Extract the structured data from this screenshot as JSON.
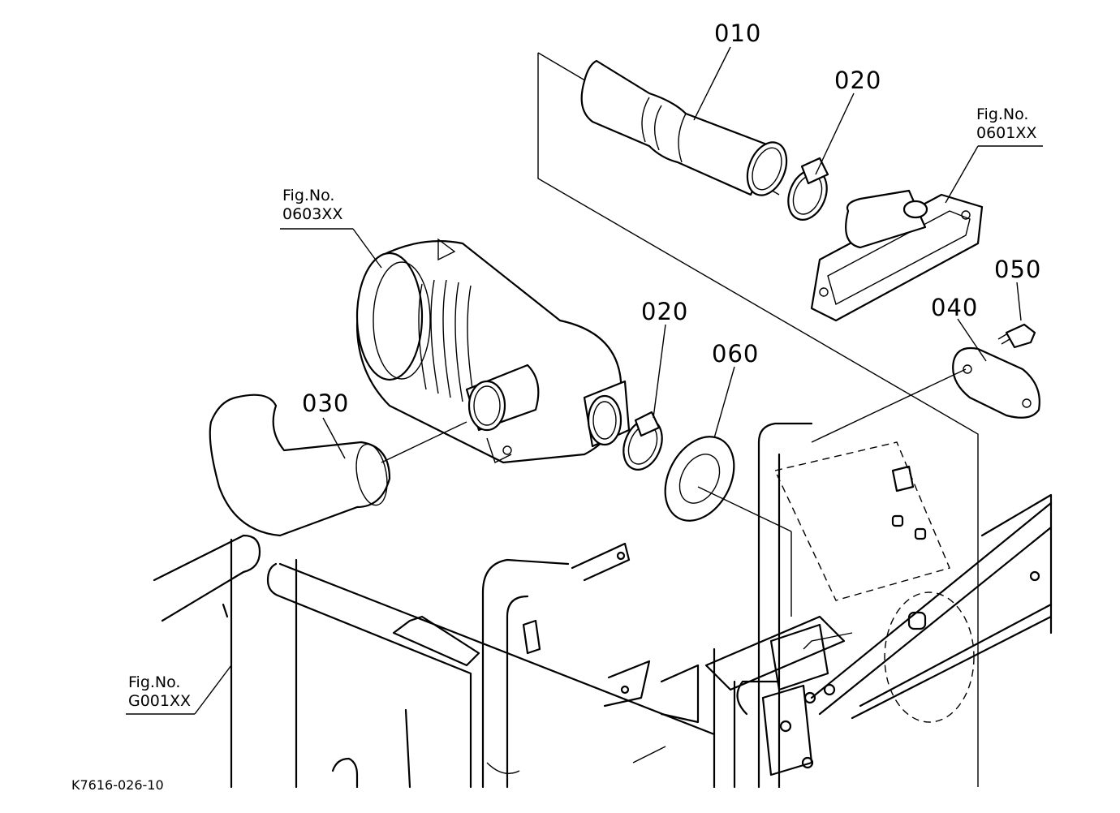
{
  "parts": {
    "p010": "010",
    "p020_top": "020",
    "p020_mid": "020",
    "p030": "030",
    "p040": "040",
    "p050": "050",
    "p060": "060"
  },
  "figure_refs": {
    "ref_0601": {
      "line1": "Fig.No.",
      "line2": "0601XX"
    },
    "ref_0603": {
      "line1": "Fig.No.",
      "line2": "0603XX"
    },
    "ref_g001": {
      "line1": "Fig.No.",
      "line2": "G001XX"
    }
  },
  "drawing_code": "K7616-026-10"
}
